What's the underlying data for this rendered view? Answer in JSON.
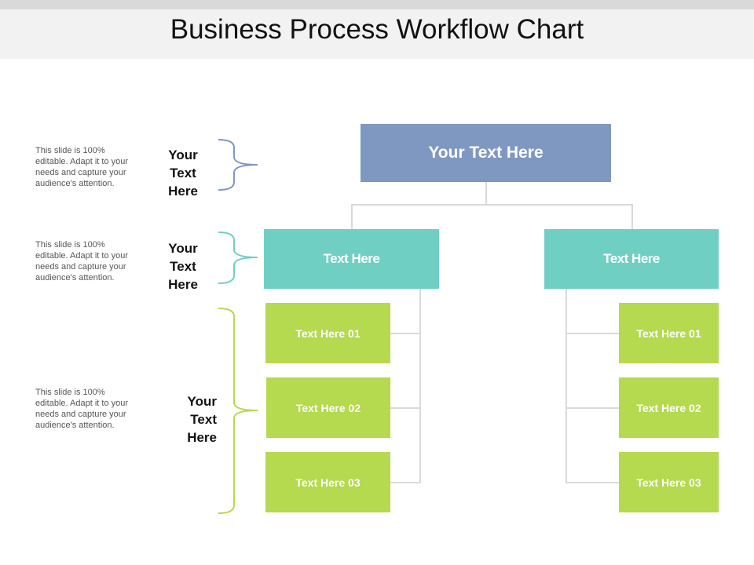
{
  "title": "Business Process Workflow Chart",
  "colors": {
    "top": "#7f98c1",
    "mid": "#70cfc3",
    "leaf": "#b5d94f"
  },
  "rows": [
    {
      "label": "Your Text Here",
      "description": "This slide is 100% editable. Adapt it to your needs and capture your audience's attention."
    },
    {
      "label": "Your Text Here",
      "description": "This slide is 100% editable. Adapt it to your needs and capture your audience's attention."
    },
    {
      "label": "Your Text Here",
      "description": "This slide is 100% editable. Adapt it to your needs and capture your audience's attention."
    }
  ],
  "root": "Your Text Here",
  "branches": [
    {
      "label": "Text Here",
      "children": [
        "Text Here 01",
        "Text Here 02",
        "Text Here 03"
      ]
    },
    {
      "label": "Text Here",
      "children": [
        "Text Here 01",
        "Text Here 02",
        "Text Here 03"
      ]
    }
  ]
}
